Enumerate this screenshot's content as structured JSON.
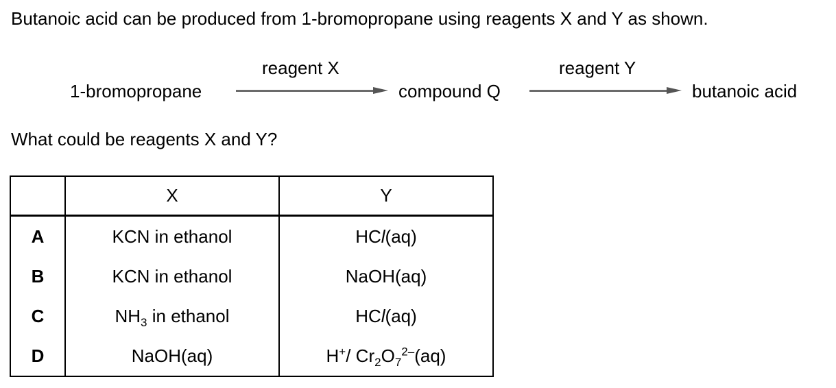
{
  "question": {
    "stem": "Butanoic acid can be produced from 1-bromopropane using reagents X and Y as shown.",
    "prompt": "What could be reagents X and Y?"
  },
  "scheme": {
    "start": "1-bromopropane",
    "reagent_x_label": "reagent X",
    "intermediate": "compound Q",
    "reagent_y_label": "reagent Y",
    "product": "butanoic acid"
  },
  "table": {
    "headers": [
      "",
      "X",
      "Y"
    ],
    "rows": [
      {
        "letter": "A",
        "x": "KCN in ethanol",
        "y_main": "HC",
        "y_italic": "l",
        "y_tail": "(aq)"
      },
      {
        "letter": "B",
        "x": "KCN in ethanol",
        "y": "NaOH(aq)"
      },
      {
        "letter": "C",
        "x_pre": "NH",
        "x_sub": "3",
        "x_post": " in ethanol",
        "y_main": "HC",
        "y_italic": "l",
        "y_tail": "(aq)"
      },
      {
        "letter": "D",
        "x": "NaOH(aq)",
        "y_h": "H",
        "y_h_sup": "+",
        "y_sep": "/ Cr",
        "y_cr_sub": "2",
        "y_o": "O",
        "y_o_sub": "7",
        "y_o_sup": "2–",
        "y_tail": "(aq)"
      }
    ]
  }
}
